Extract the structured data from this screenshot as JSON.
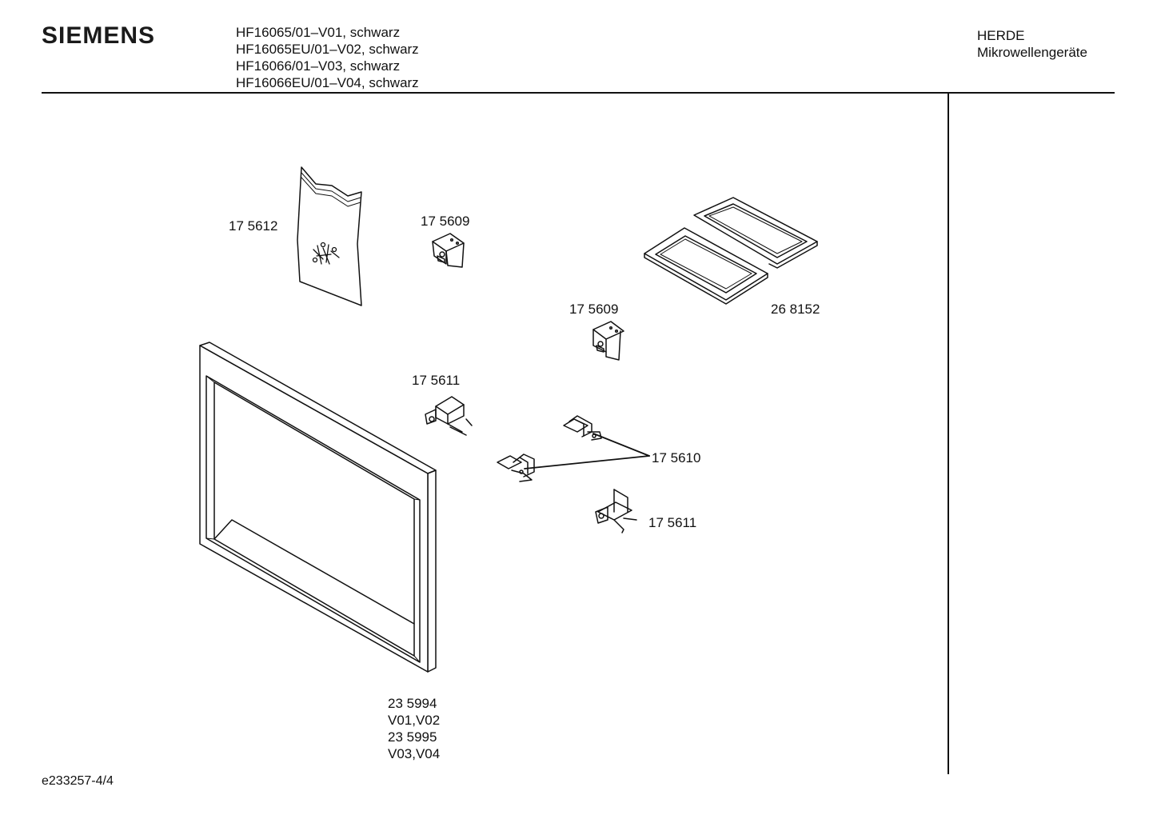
{
  "header": {
    "brand": "SIEMENS",
    "models": [
      "HF16065/01–V01, schwarz",
      "HF16065EU/01–V02, schwarz",
      "HF16066/01–V03, schwarz",
      "HF16066EU/01–V04, schwarz"
    ],
    "category": [
      "HERDE",
      "Mikrowellengeräte"
    ]
  },
  "parts": {
    "screw_bag": "17 5612",
    "bracket_top": "17 5609",
    "bracket_mid": "17 5609",
    "trays": "26 8152",
    "clip_upper": "17 5611",
    "hinges": "17 5610",
    "clip_lower": "17 5611",
    "frame": [
      "23 5994",
      "V01,V02",
      "23 5995",
      "V03,V04"
    ]
  },
  "footer": {
    "doc_id": "e233257-4/4"
  }
}
